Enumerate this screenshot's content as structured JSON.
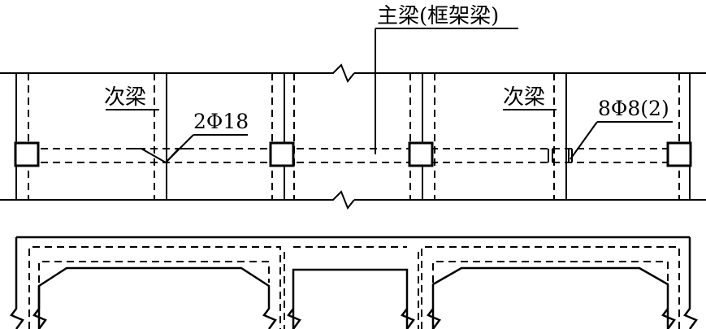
{
  "labels": {
    "main_beam": "主梁(框架梁)",
    "secondary_beam_left": "次梁",
    "secondary_beam_right": "次梁",
    "rebar_bent_up": "2Φ18",
    "rebar_stirrup": "8Φ8(2)"
  },
  "colors": {
    "line": "#000000",
    "background": "#ffffff"
  }
}
